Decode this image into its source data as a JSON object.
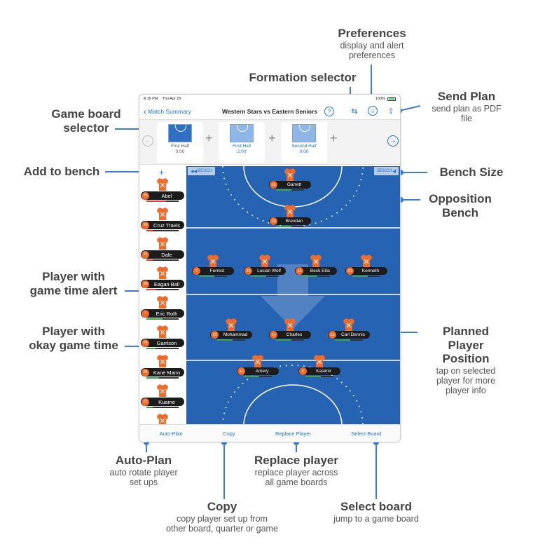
{
  "annotations": {
    "preferences": {
      "title": "Preferences",
      "sub1": "display and alert",
      "sub2": "preferences"
    },
    "formation": {
      "title": "Formation selector"
    },
    "send_plan": {
      "title": "Send Plan",
      "sub": "send plan as PDF file"
    },
    "game_board": {
      "line1": "Game board",
      "line2": "selector"
    },
    "add_bench": {
      "title": "Add to bench"
    },
    "bench_size": {
      "title": "Bench Size"
    },
    "opposition": {
      "line1": "Opposition",
      "line2": "Bench"
    },
    "alert": {
      "line1": "Player with",
      "line2": "game time alert"
    },
    "okay": {
      "line1": "Player with",
      "line2": "okay game time"
    },
    "planned": {
      "line1": "Planned Player",
      "line2": "Position",
      "sub1": "tap on selected",
      "sub2": "player for more",
      "sub3": "player info"
    },
    "autoplan": {
      "title": "Auto-Plan",
      "sub1": "auto rotate player",
      "sub2": "set ups"
    },
    "replace": {
      "title": "Replace player",
      "sub1": "replace player across",
      "sub2": "all game boards"
    },
    "copy": {
      "title": "Copy",
      "sub1": "copy player set up from",
      "sub2": "other board, quarter or game"
    },
    "select": {
      "title": "Select board",
      "sub": "jump to a game board"
    }
  },
  "status": {
    "time": "4:16 PM",
    "date": "Thu Apr 25",
    "battery": "100%"
  },
  "nav": {
    "back": "Match Summary",
    "title": "Western Stars vs Eastern Seniors"
  },
  "boards": [
    {
      "name": "First Half",
      "time": "0:00"
    },
    {
      "name": "First Half",
      "time": "2:00"
    },
    {
      "name": "Second Half",
      "time": "0:00"
    }
  ],
  "roster": [
    {
      "num": "25",
      "name": "Abel",
      "bar": "#e53935",
      "fill": 0.6
    },
    {
      "num": "30",
      "name": "Cruz Travis",
      "bar": "#e53935",
      "fill": 0.2
    },
    {
      "num": "32",
      "name": "Dale",
      "bar": "#e53935",
      "fill": 0.2
    },
    {
      "num": "38",
      "name": "Eagan Ball",
      "bar": "#e53935",
      "fill": 0.3
    },
    {
      "num": "1",
      "name": "Eric Roth",
      "bar": "#43a047",
      "fill": 0.5
    },
    {
      "num": "24",
      "name": "Garrison",
      "bar": "#43a047",
      "fill": 0.3
    },
    {
      "num": "25",
      "name": "Kane Mann",
      "bar": "#43a047",
      "fill": 0.4
    },
    {
      "num": "21",
      "name": "Kuame",
      "bar": "#43a047",
      "fill": 0.2
    }
  ],
  "field": {
    "bench_left": "BENCH",
    "bench_right": "BENCH",
    "players": [
      {
        "num": "35",
        "name": "Garrett"
      },
      {
        "num": "28",
        "name": "Brendan"
      },
      {
        "num": "7",
        "name": "Forrest"
      },
      {
        "num": "24",
        "name": "Lucian Wolf"
      },
      {
        "num": "14",
        "name": "Beck Ellis"
      },
      {
        "num": "23",
        "name": "Kenneth"
      },
      {
        "num": "22",
        "name": "Mohammad"
      },
      {
        "num": "14",
        "name": "Charles"
      },
      {
        "num": "13",
        "name": "Carl Dennis"
      },
      {
        "num": "12",
        "name": "Amery"
      },
      {
        "num": "6",
        "name": "Kasimir"
      }
    ]
  },
  "toolbar": {
    "autoplan": "Auto-Plan",
    "copy": "Copy",
    "replace": "Replace Player",
    "select": "Select Board"
  },
  "colors": {
    "accent": "#1a74d8",
    "field": "#2763b3",
    "jersey": "#ef6b2b",
    "annotation_line": "#3a7dd8"
  }
}
